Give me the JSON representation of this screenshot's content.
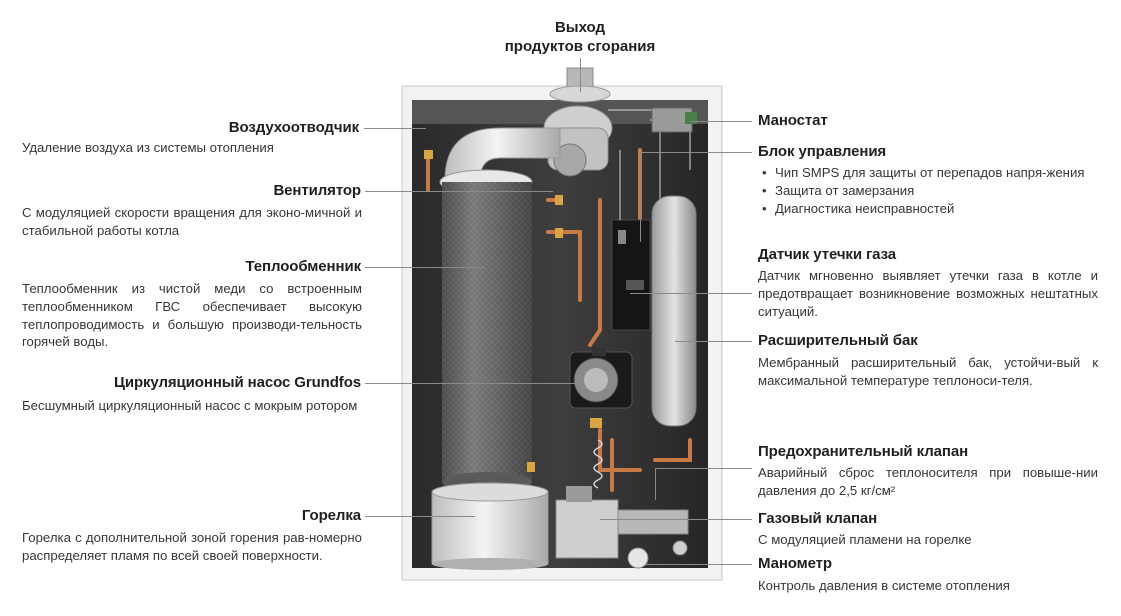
{
  "exhaust": {
    "title_line1": "Выход",
    "title_line2": "продуктов сгорания"
  },
  "left": {
    "deaerator": {
      "title": "Воздухоотводчик",
      "desc": "Удаление воздуха из системы отопления"
    },
    "fan": {
      "title": "Вентилятор",
      "desc": "С модуляцией скорости вращения для эконо-мичной и стабильной работы котла"
    },
    "heat_exchanger": {
      "title": "Теплообменник",
      "desc": "Теплообменник из чистой меди со встроенным теплообменником ГВС обеспечивает высокую теплопроводимость и большую производи-тельность горячей воды."
    },
    "pump": {
      "title": "Циркуляционный насос Grundfos",
      "desc": "Бесшумный циркуляционный насос с мокрым ротором"
    },
    "burner": {
      "title": "Горелка",
      "desc": "Горелка с дополнительной зоной горения рав-номерно распределяет пламя по всей своей поверхности."
    }
  },
  "right": {
    "manostat": {
      "title": "Маностат"
    },
    "control": {
      "title": "Блок управления",
      "bullets": [
        "Чип SMPS для защиты от перепадов напря-жения",
        "Защита от замерзания",
        "Диагностика неисправностей"
      ]
    },
    "gas_sensor": {
      "title": "Датчик утечки газа",
      "desc": "Датчик мгновенно выявляет утечки газа в котле и предотвращает возникновение возможных нештатных ситуаций."
    },
    "expansion_tank": {
      "title": "Расширительный бак",
      "desc": "Мембранный расширительный бак, устойчи-вый к максимальной температуре теплоноси-теля."
    },
    "safety_valve": {
      "title": "Предохранительный клапан",
      "desc": "Аварийный сброс теплоносителя при повыше-нии давления до 2,5 кг/см²"
    },
    "gas_valve": {
      "title": "Газовый клапан",
      "desc": "С модуляцией пламени на горелке"
    },
    "manometer": {
      "title": "Манометр",
      "desc": "Контроль давления в системе отопления"
    }
  },
  "colors": {
    "text": "#231f20",
    "leader": "#8a8a8a",
    "copper": "#c77a45"
  }
}
